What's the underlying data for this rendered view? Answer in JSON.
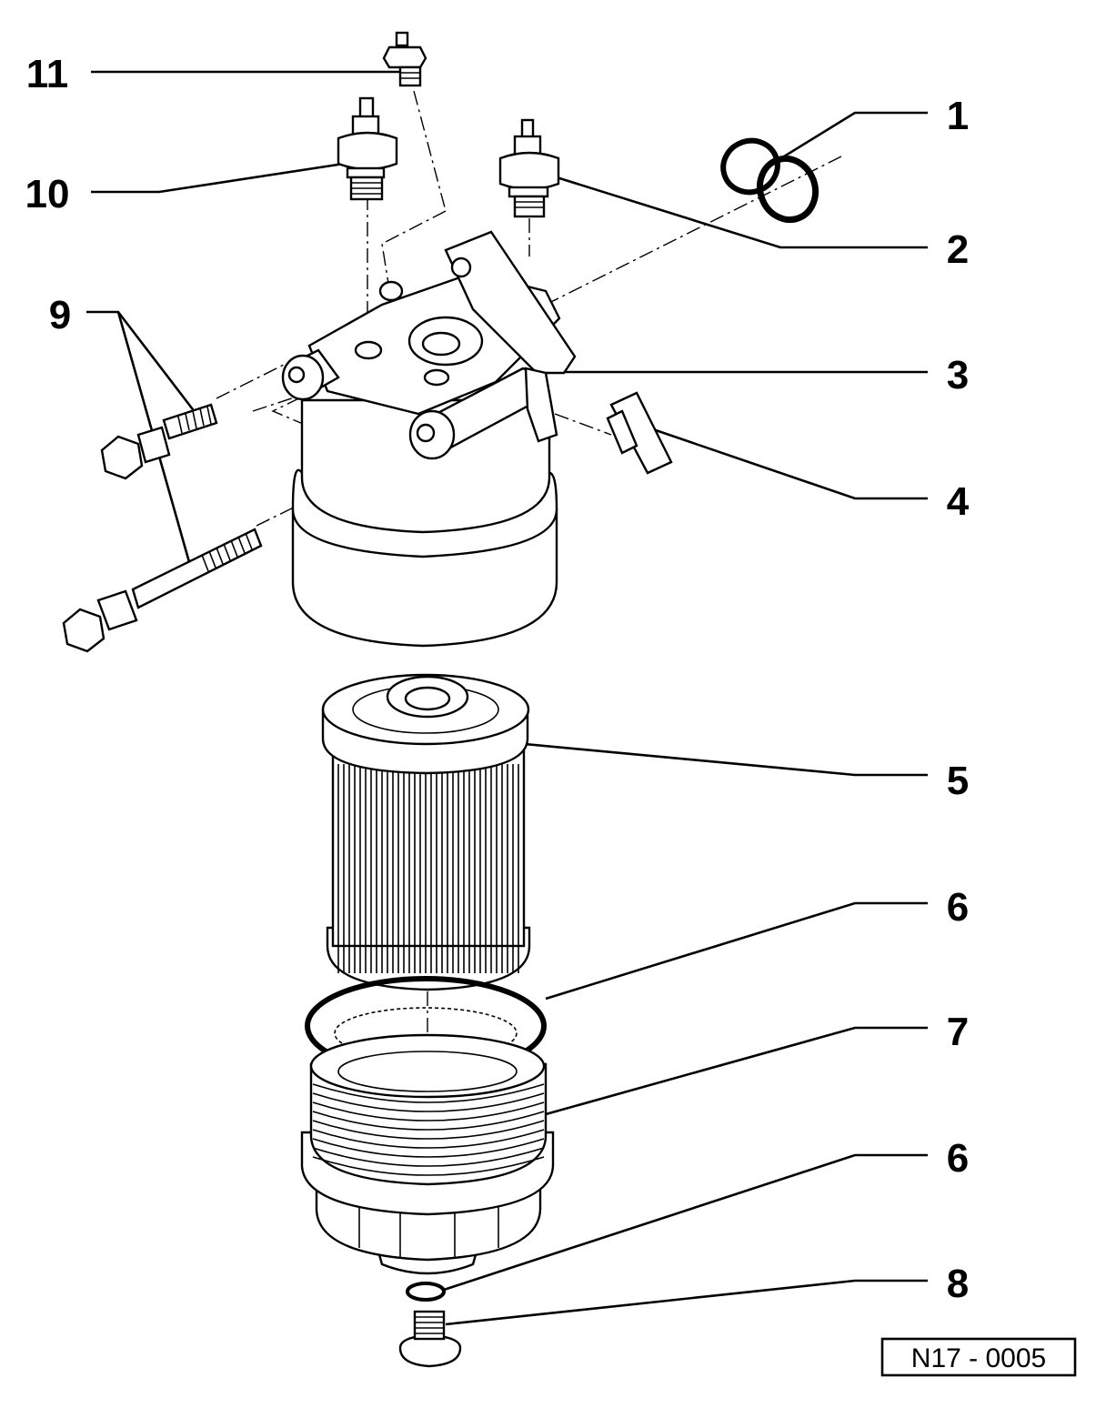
{
  "callouts": [
    {
      "id": "1",
      "label": "1"
    },
    {
      "id": "2",
      "label": "2"
    },
    {
      "id": "3",
      "label": "3"
    },
    {
      "id": "4",
      "label": "4"
    },
    {
      "id": "5",
      "label": "5"
    },
    {
      "id": "6a",
      "label": "6"
    },
    {
      "id": "7",
      "label": "7"
    },
    {
      "id": "6b",
      "label": "6"
    },
    {
      "id": "8",
      "label": "8"
    },
    {
      "id": "9",
      "label": "9"
    },
    {
      "id": "10",
      "label": "10"
    },
    {
      "id": "11",
      "label": "11"
    }
  ],
  "reference": {
    "code": "N17 - 0005"
  }
}
